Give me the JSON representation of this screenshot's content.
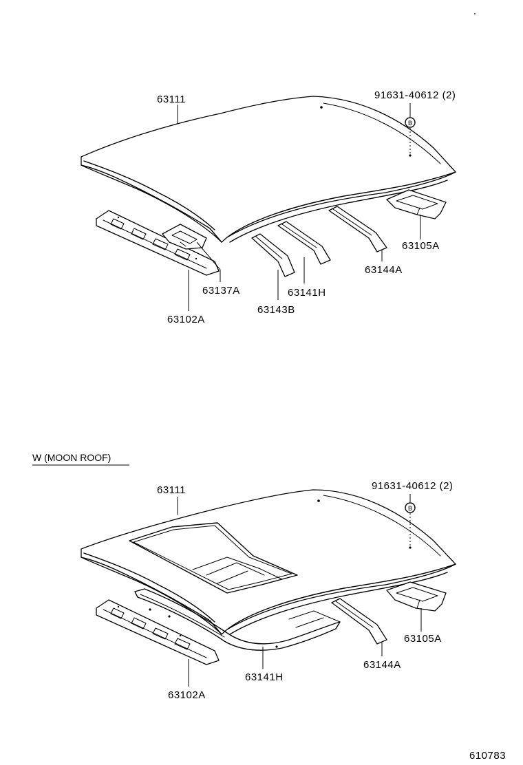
{
  "top_section": {
    "labels": {
      "roof_panel": "63111",
      "clip": "91631-40612 (2)",
      "clip_marker": "B",
      "rear_reinforcement": "63105A",
      "front_header": "63102A",
      "front_bracket": "63137A",
      "bow_3": "63143B",
      "bow_2": "63141H",
      "bow_4": "63144A"
    }
  },
  "moon_roof_section": {
    "title": "W (MOON ROOF)",
    "labels": {
      "roof_panel": "63111",
      "clip": "91631-40612 (2)",
      "clip_marker": "B",
      "rear_reinforcement": "63105A",
      "front_header": "63102A",
      "moon_roof_frame": "63141H",
      "bow_4": "63144A"
    }
  },
  "figure_number": "610783",
  "colors": {
    "ink": "#000000",
    "paper": "#ffffff"
  }
}
